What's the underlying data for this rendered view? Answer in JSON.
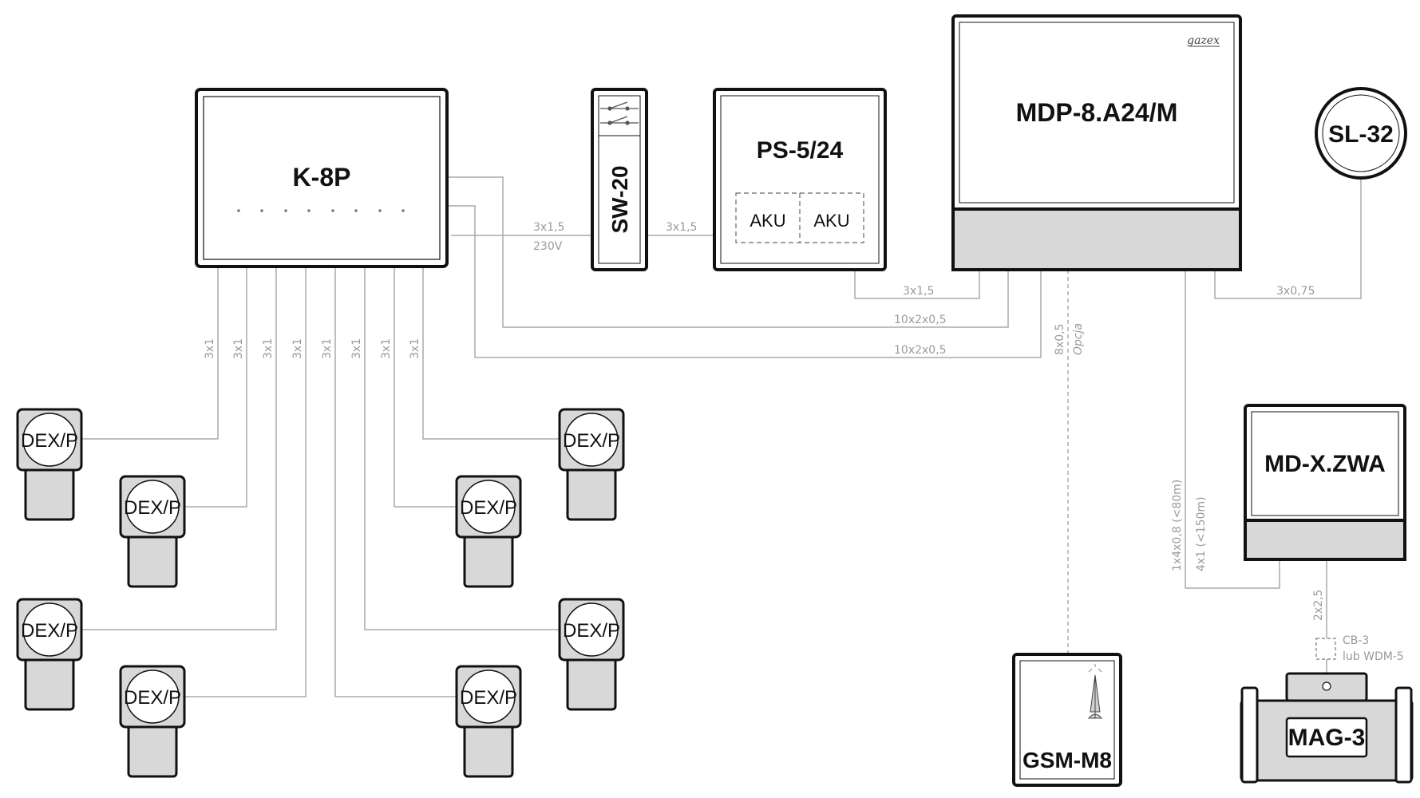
{
  "devices": {
    "k8p": "K-8P",
    "sw20": "SW-20",
    "ps524": "PS-5/24",
    "aku1": "AKU",
    "aku2": "AKU",
    "mdp": "MDP-8.A24/M",
    "brand": "gazex",
    "sl32": "SL-32",
    "mdx": "MD-X.ZWA",
    "gsm": "GSM-M8",
    "mag3": "MAG-3",
    "dex": "DEX/P"
  },
  "cables": {
    "k8p_sw20_top": "3x1,5",
    "k8p_sw20_bottom": "230V",
    "sw20_ps": "3x1,5",
    "ps_mdp": "3x1,5",
    "k8p_mdp_1": "10x2x0,5",
    "k8p_mdp_2": "10x2x0,5",
    "mdp_sl32": "3x0,75",
    "gsm_cable": "8x0,5",
    "gsm_option": "Opcja",
    "mdx_cable_1": "1x4x0,8 (<80m)",
    "mdx_cable_2": "4x1 (<150m)",
    "mag_cable": "2x2,5",
    "cb3": "CB-3",
    "wdm5": "lub WDM-5",
    "dex_wire": [
      "3x1",
      "3x1",
      "3x1",
      "3x1",
      "3x1",
      "3x1",
      "3x1",
      "3x1"
    ]
  },
  "colors": {
    "line": "#aaaaaa",
    "box_stroke": "#111111",
    "box_fill_gray": "#d8d8d8"
  }
}
